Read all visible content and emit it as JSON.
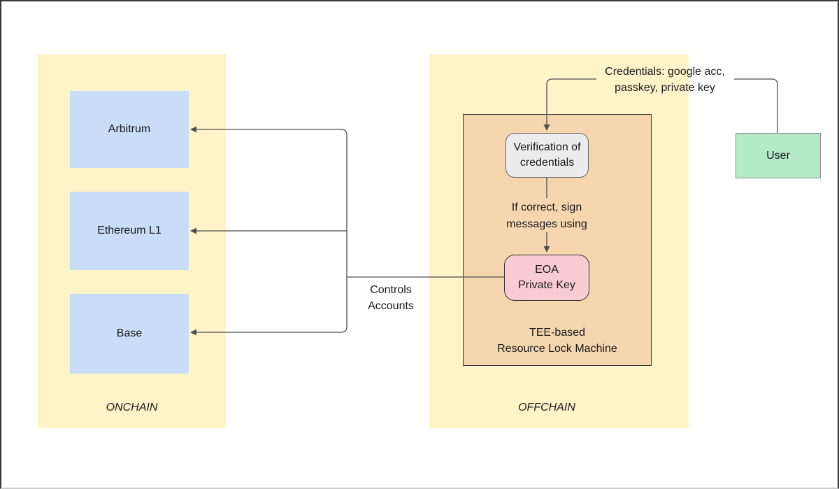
{
  "colors": {
    "panel_yellow": "#fff3c8",
    "chain_blue": "#c9ddf8",
    "tee_orange": "#f5d6ae",
    "verify_gray": "#ececec",
    "eoa_pink": "#f9ccd3",
    "user_green": "#b5eac9",
    "line": "#4d4d4d",
    "text": "#1a1a1a"
  },
  "onchain": {
    "label": "ONCHAIN",
    "chains": [
      {
        "label": "Arbitrum"
      },
      {
        "label": "Ethereum L1"
      },
      {
        "label": "Base"
      }
    ]
  },
  "offchain": {
    "label": "OFFCHAIN",
    "tee": {
      "name_line1": "TEE-based",
      "name_line2": "Resource Lock Machine",
      "verification": {
        "line1": "Verification of",
        "line2": "credentials"
      },
      "eoa": {
        "line1": "EOA",
        "line2": "Private Key"
      }
    }
  },
  "user": {
    "label": "User"
  },
  "edge_labels": {
    "credentials_line1": "Credentials: google acc,",
    "credentials_line2": "passkey, private key",
    "sign_line1": "If correct, sign",
    "sign_line2": "messages using",
    "controls_line1": "Controls",
    "controls_line2": "Accounts"
  }
}
